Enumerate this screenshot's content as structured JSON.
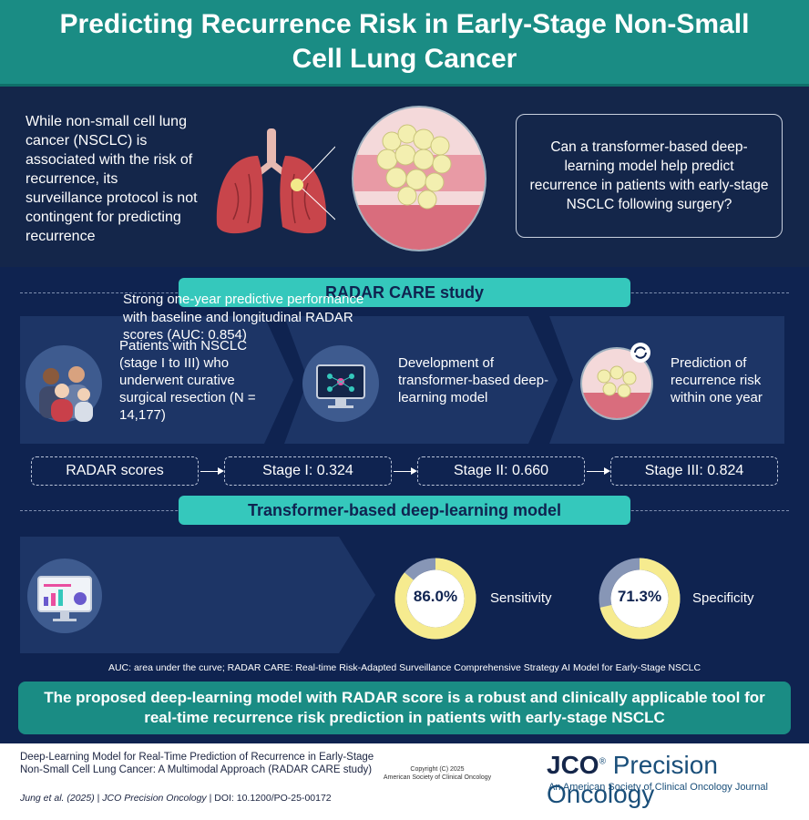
{
  "header": {
    "title": "Predicting Recurrence Risk in Early-Stage Non-Small Cell Lung Cancer"
  },
  "intro": {
    "text": "While non-small cell lung cancer (NSCLC) is associated with the risk of recurrence, its surveillance protocol is not contingent for predicting recurrence",
    "question": "Can a transformer-based deep-learning model help predict recurrence in patients with early-stage NSCLC following surgery?"
  },
  "study": {
    "title": "RADAR CARE study",
    "steps": [
      {
        "text": "Patients with NSCLC (stage I to III) who underwent curative surgical resection (N = 14,177)"
      },
      {
        "text": "Development of transformer-based deep-learning model"
      },
      {
        "text": "Prediction of recurrence risk within one year"
      }
    ]
  },
  "scores": {
    "label": "RADAR scores",
    "items": [
      "Stage I: 0.324",
      "Stage II: 0.660",
      "Stage III: 0.824"
    ]
  },
  "model": {
    "title": "Transformer-based deep-learning model",
    "text": "Strong one-year predictive performance with baseline and longitudinal RADAR scores (AUC: 0.854)",
    "metrics": [
      {
        "label": "Sensitivity",
        "value_text": "86.0%",
        "value": 0.86
      },
      {
        "label": "Specificity",
        "value_text": "71.3%",
        "value": 0.713
      }
    ]
  },
  "abbreviations": "AUC: area under the curve; RADAR CARE: Real-time Risk-Adapted Surveillance Comprehensive Strategy AI Model for Early-Stage NSCLC",
  "conclusion": "The proposed deep-learning model with RADAR score is a robust and clinically applicable tool for real-time recurrence risk prediction in patients with early-stage NSCLC",
  "footer": {
    "article_title": "Deep-Learning Model for Real-Time Prediction of Recurrence in Early-Stage Non-Small Cell Lung Cancer: A Multimodal Approach (RADAR CARE study)",
    "citation_authors": "Jung et al. (2025)",
    "citation_journal": "JCO Precision Oncology",
    "citation_doi": "DOI: 10.1200/PO-25-00172",
    "copyright_line1": "Copyright (C) 2025",
    "copyright_line2": "American Society of Clinical Oncology",
    "brand_jco": "JCO",
    "brand_name": "Precision Oncology",
    "brand_sub": "An American Society of Clinical Oncology Journal"
  },
  "colors": {
    "teal": "#1a8c84",
    "navy": "#0f2350",
    "aqua": "#35c8bc",
    "donut_fill": "#f6eb8f",
    "donut_rest": "#8796b6"
  }
}
